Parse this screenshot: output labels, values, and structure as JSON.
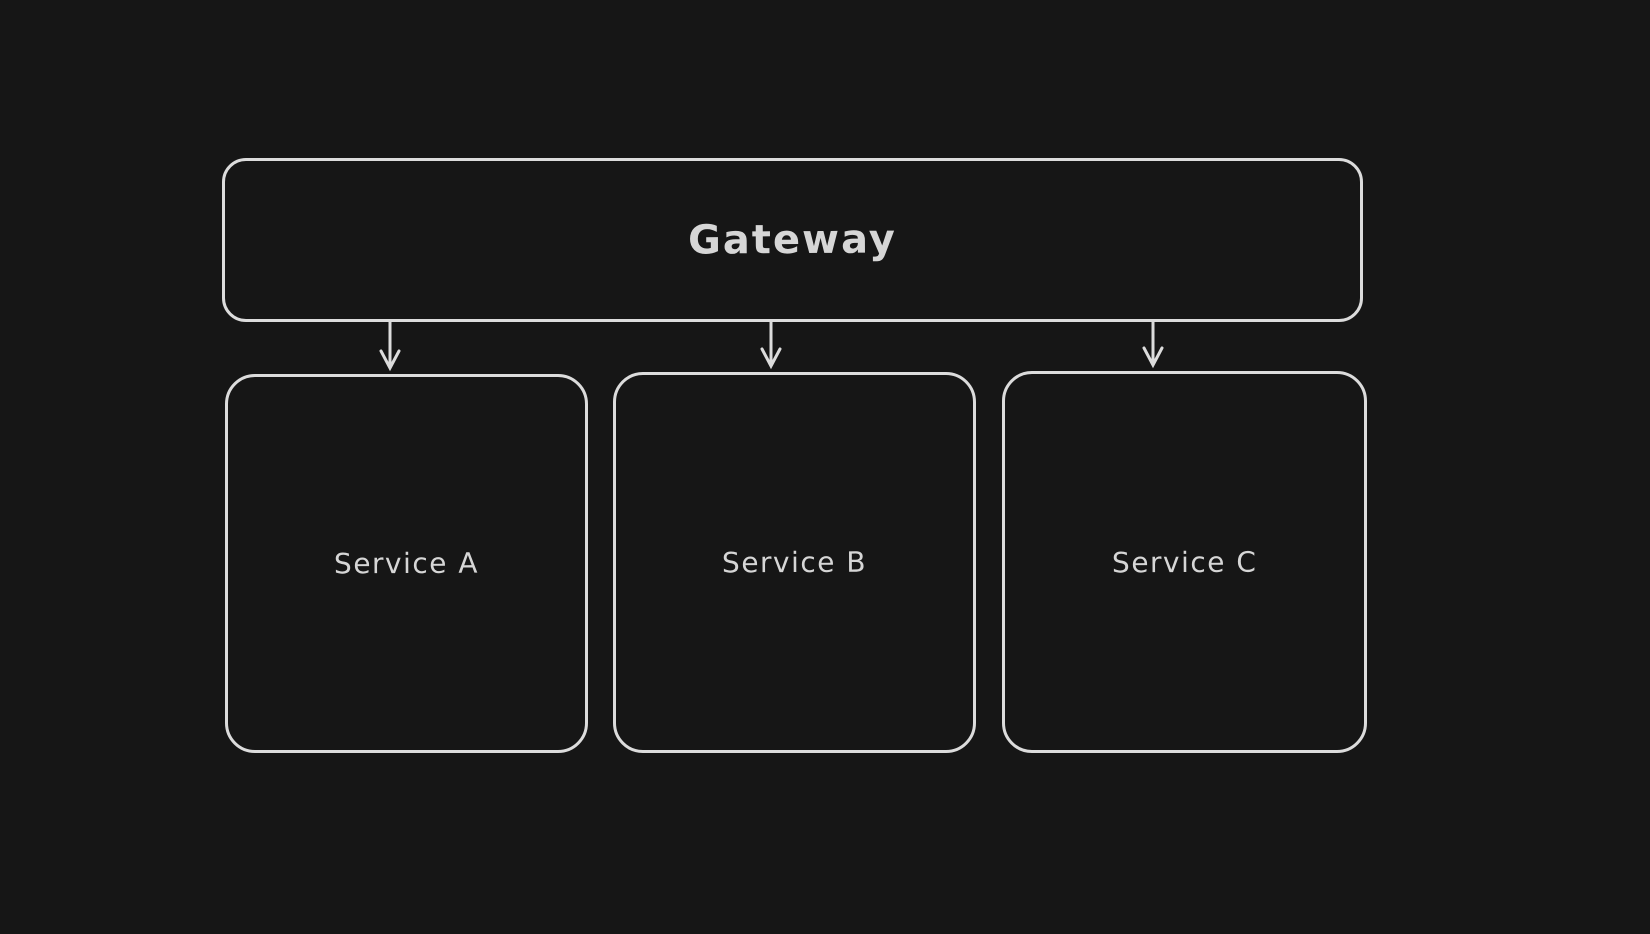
{
  "canvas": {
    "background_color": "#161616",
    "stroke_color": "#dcdcdc",
    "text_color": "#d6d6d6"
  },
  "diagram": {
    "type": "flowchart",
    "nodes": [
      {
        "id": "gateway",
        "label": "Gateway"
      },
      {
        "id": "service-a",
        "label": "Service A"
      },
      {
        "id": "service-b",
        "label": "Service B"
      },
      {
        "id": "service-c",
        "label": "Service C"
      }
    ],
    "edges": [
      {
        "from": "gateway",
        "to": "service-a",
        "style": "arrow-down"
      },
      {
        "from": "gateway",
        "to": "service-b",
        "style": "arrow-down"
      },
      {
        "from": "gateway",
        "to": "service-c",
        "style": "arrow-down"
      }
    ]
  }
}
